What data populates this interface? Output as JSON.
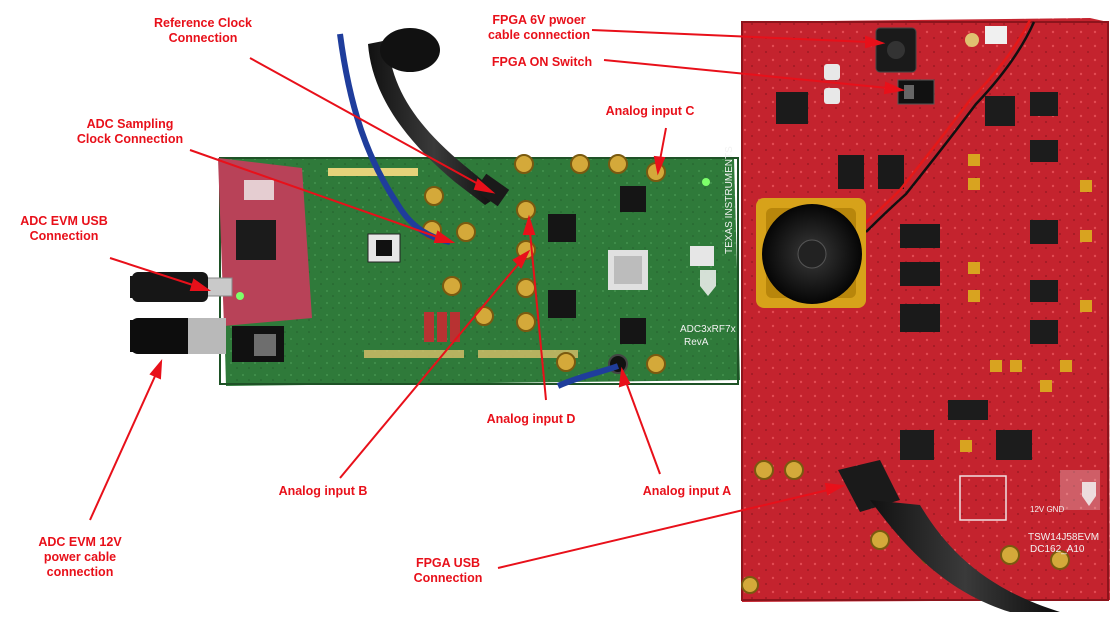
{
  "annotations": {
    "reference_clock": "Reference Clock\nConnection",
    "fpga_power": "FPGA 6V pwoer\ncable connection",
    "fpga_switch": "FPGA ON Switch",
    "analog_c": "Analog input C",
    "adc_sampling_clock": "ADC Sampling\nClock Connection",
    "adc_usb": "ADC EVM USB\nConnection",
    "analog_d": "Analog input D",
    "analog_b": "Analog input B",
    "analog_a": "Analog input A",
    "adc_power": "ADC EVM 12V\npower cable\nconnection",
    "fpga_usb": "FPGA USB\nConnection"
  },
  "board_markings": {
    "adc_board_name": "ADC3xRF7x",
    "adc_board_rev": "RevA",
    "ti_brand": "TEXAS INSTRUMENTS",
    "fpga_board_name": "TSW14J58EVM",
    "fpga_board_code": "DC162_A10",
    "fpga_power_label": "12V GND"
  },
  "colors": {
    "annotation": "#e8101a",
    "adc_board": "#2f7a3a",
    "fpga_board": "#c4232e"
  }
}
